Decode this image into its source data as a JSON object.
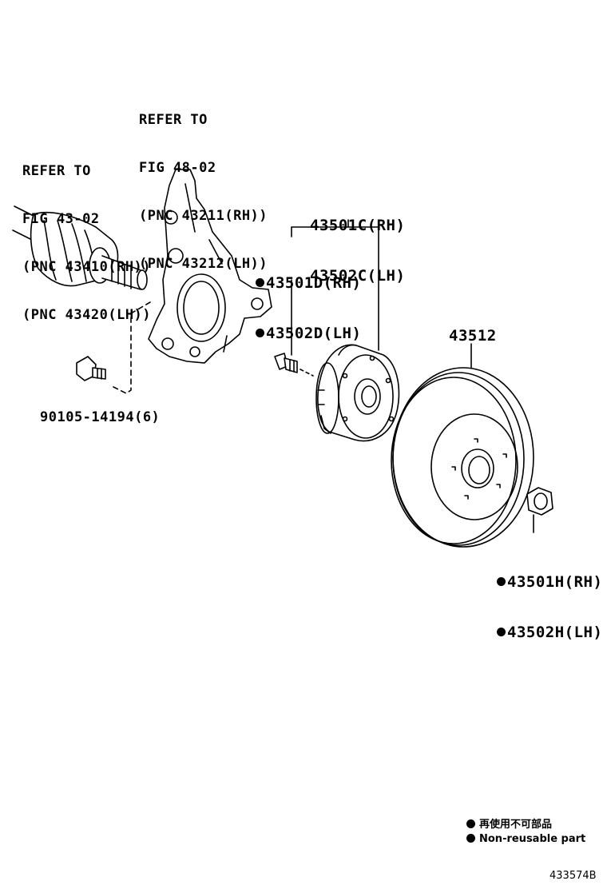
{
  "labels": {
    "knuckle_ref": [
      "REFER TO",
      "FIG 48-02",
      "(PNC 43211(RH))",
      "(PNC 43212(LH))"
    ],
    "shaft_ref": [
      "REFER TO",
      "FIG 43-02",
      "(PNC 43410(RH))",
      "(PNC 43420(LH))"
    ],
    "hub_assembly": [
      "43501C(RH)",
      "43502C(LH)"
    ],
    "hub_bolt": [
      "43501D(RH)",
      "43502D(LH)"
    ],
    "rotor": "43512",
    "knuckle_bolt": "90105-14194(6)",
    "nut": [
      "43501H(RH)",
      "43502H(LH)"
    ]
  },
  "legend": {
    "jp": "再使用不可部品",
    "en": "Non-reusable part"
  },
  "figure_number": "433574B"
}
